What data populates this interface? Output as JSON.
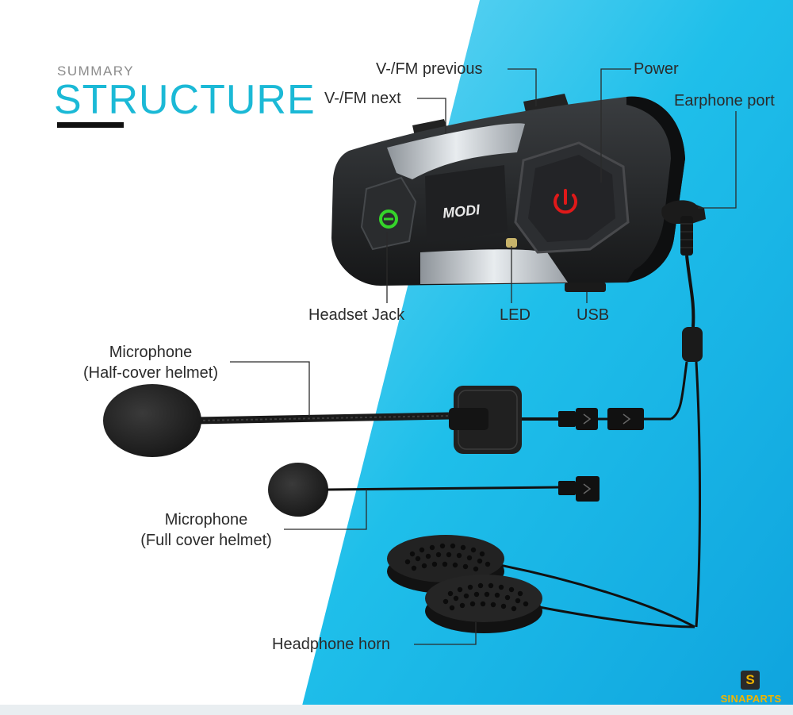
{
  "header": {
    "summary": "SUMMARY",
    "title": "STRUCTURE"
  },
  "device": {
    "logo": "MODI"
  },
  "labels": {
    "fm_previous": "V-/FM previous",
    "power": "Power",
    "fm_next": "V-/FM next",
    "earphone_port": "Earphone port",
    "headset_jack": "Headset Jack",
    "led": "LED",
    "usb": "USB",
    "mic_half_title": "Microphone",
    "mic_half_sub": "(Half-cover helmet)",
    "mic_full_title": "Microphone",
    "mic_full_sub": "(Full cover helmet)",
    "headphone_horn": "Headphone horn"
  },
  "brand": {
    "icon_letter": "S",
    "name": "SINAPARTS"
  },
  "colors": {
    "title_accent": "#1bb9d6",
    "background_blue": "#19b6e6",
    "power_button": "#e01919",
    "jack_button": "#35d42a"
  }
}
